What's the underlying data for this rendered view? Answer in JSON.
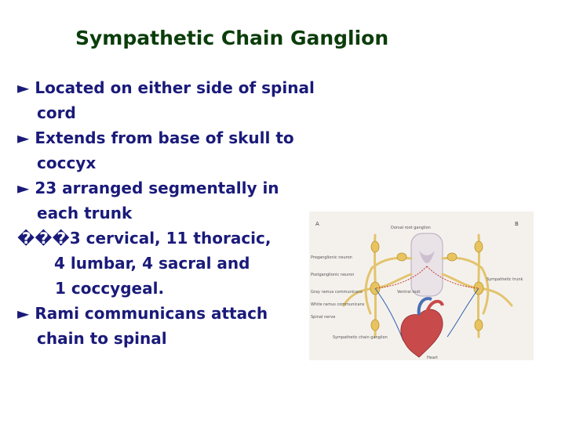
{
  "slide": {
    "title": "Sympathetic Chain Ganglion",
    "lines": [
      {
        "text": "► Located on either side of spinal"
      },
      {
        "text": "cord"
      },
      {
        "text": "► Extends from base of skull to"
      },
      {
        "text": "coccyx"
      },
      {
        "text": "► 23 arranged segmentally in"
      },
      {
        "text": "each trunk"
      },
      {
        "text": "���3 cervical, 11 thoracic,"
      },
      {
        "text": "4 lumbar, 4 sacral and"
      },
      {
        "text": "1 coccygeal."
      },
      {
        "text": "► Rami communicans attach"
      },
      {
        "text": "chain to spinal"
      }
    ]
  },
  "figure": {
    "panel_a": "A",
    "panel_b": "B",
    "labels": {
      "dorsal_root_ganglion": "Dorsal root ganglion",
      "preganglionic_neuron": "Preganglionic neuron",
      "postganglionic_neuron": "Postganglionic neuron",
      "gray_ramus": "Gray ramus communicans",
      "white_ramus": "White ramus communicans",
      "spinal_nerve": "Spinal nerve",
      "ventral_root": "Ventral root",
      "sympathetic_chain_ganglion": "Sympathetic chain ganglion",
      "heart": "Heart",
      "sympathetic_trunk": "Sympathetic trunk"
    }
  }
}
